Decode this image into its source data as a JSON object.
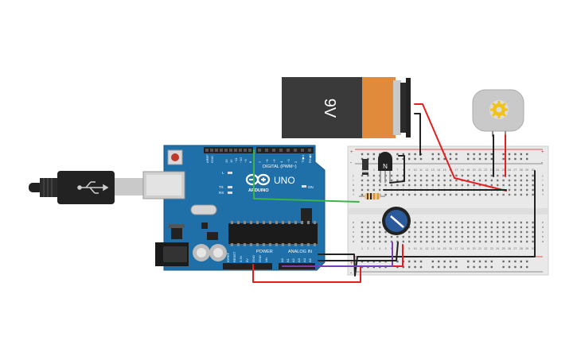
{
  "battery": {
    "label": "9V"
  },
  "arduino": {
    "brand": "ARDUINO",
    "model": "UNO",
    "header_digital": "DIGITAL (PWM~)",
    "header_power": "POWER",
    "header_analog": "ANALOG IN",
    "led_on": "ON",
    "led_l": "L",
    "led_tx": "TX",
    "led_rx": "RX",
    "top_pins": [
      "AREF",
      "GND",
      "13",
      "12",
      "~11",
      "~10",
      "~9",
      "8",
      "7",
      "~6",
      "~5",
      "4",
      "~3",
      "2",
      "TX▶1",
      "RX◀0"
    ],
    "power_pins": [
      "IOREF",
      "RESET",
      "3.3V",
      "5V",
      "GND",
      "GND",
      "Vin"
    ],
    "analog_pins": [
      "A0",
      "A1",
      "A2",
      "A3",
      "A4",
      "A5"
    ]
  },
  "breadboard": {
    "row_letters_top": [
      "j",
      "i",
      "h",
      "g",
      "f"
    ],
    "row_letters_bottom": [
      "e",
      "d",
      "c",
      "b",
      "a"
    ],
    "column_numbers": [
      "1",
      "2",
      "3",
      "4",
      "5",
      "6",
      "7",
      "8",
      "9",
      "10",
      "11",
      "12",
      "13",
      "14",
      "15",
      "16",
      "17",
      "18",
      "19",
      "20",
      "21",
      "22",
      "23",
      "24",
      "25",
      "26",
      "27",
      "28",
      "29",
      "30"
    ],
    "rail_plus": "+",
    "rail_minus": "-"
  },
  "transistor": {
    "label": "N"
  },
  "colors": {
    "arduino_board": "#1f6fa8",
    "wire_red": "#e02020",
    "wire_black": "#222222",
    "wire_green": "#3bb54a",
    "wire_purple": "#7a3fb5",
    "battery_orange": "#e08a3c",
    "breadboard": "#e9e9e9"
  }
}
